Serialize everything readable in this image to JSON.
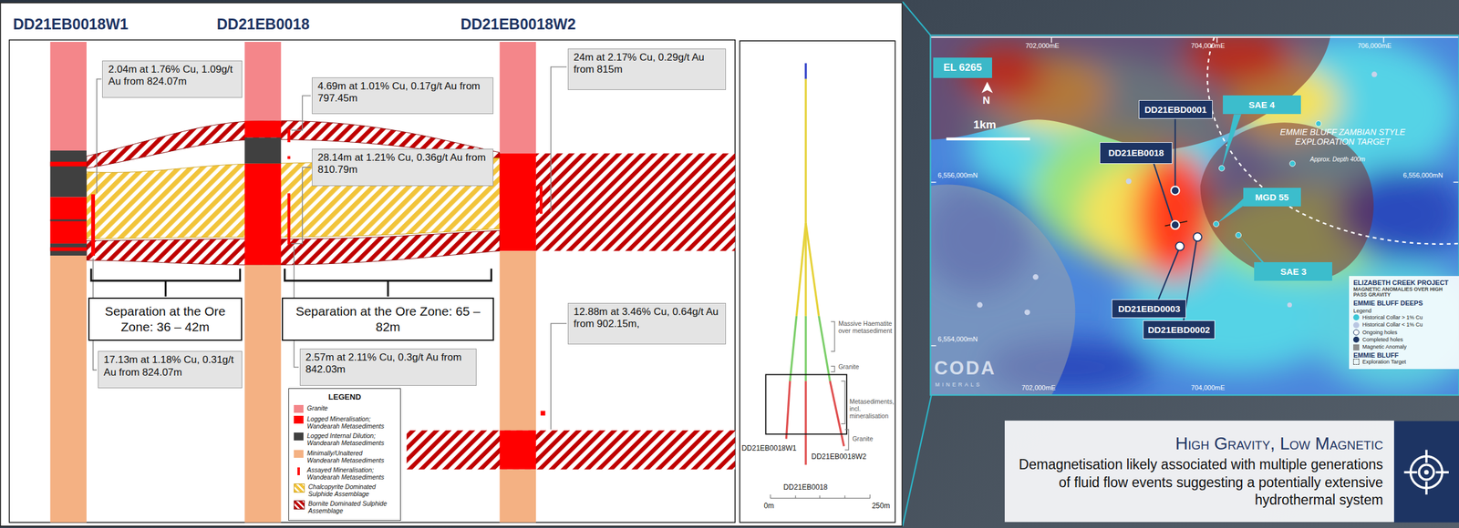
{
  "diagram": {
    "nodes": [
      {
        "text": [
          "2.04m at 1.76% Cu, 1.09g/t Au from 824.07m"
        ]
      },
      {
        "text": [
          "4.69m at 1.01% Cu, 0.17g/t Au from 797.45m"
        ]
      },
      {
        "text": [
          "28.14m at 1.21% Cu, 0.36g/t Au from 810.79m"
        ]
      },
      {
        "text": [
          "24m at 2.17% Cu, 0.29g/t Au from 815m"
        ]
      },
      {
        "text": [
          "Separation at the Ore Zone: 36 – 42m"
        ]
      },
      {
        "text": [
          "Separation at the Ore Zone: 65 – 82m"
        ]
      },
      {
        "text": [
          "17.13m at 1.18% Cu, 0.31g/t Au from 824.07m"
        ]
      },
      {
        "text": [
          "2.57m at 2.11% Cu, 0.3g/t Au from 842.03m"
        ]
      },
      {
        "text": [
          "12.88m at 3.46% Cu, 0.64g/t Au from 902.15m,"
        ]
      },
      {
        "text": [
          "EL 6265"
        ]
      },
      {
        "text": [
          "DD21EBD0001"
        ]
      },
      {
        "text": [
          "SAE 4"
        ]
      },
      {
        "text": [
          "DD21EB0018"
        ]
      },
      {
        "text": [
          "MGD 55"
        ]
      },
      {
        "text": [
          "SAE 3"
        ]
      },
      {
        "text": [
          "DD21EBD0003"
        ]
      },
      {
        "text": [
          "DD21EBD0002"
        ]
      },
      {
        "text": [
          "High Gravity, Low Magnetic",
          "Demagnetisation likely associated with multiple generations of fluid flow events suggesting a potentially extensive hydrothermal system"
        ]
      }
    ],
    "labels": [
      "DD21EB0018W1",
      "DD21EB0018",
      "DD21EB0018W2",
      "LEGEND",
      "Massive Haematite over metasediment",
      "Granite",
      "Metasediments, incl. mineralisation",
      "Granite",
      "DD21EB0018W1",
      "DD21EB0018W2",
      "DD21EB0018",
      "0m",
      "250m",
      "702,000mE",
      "704,000mE",
      "706,000mE",
      "N",
      "1km",
      "6,556,000mN",
      "6,556,000mN",
      "6,554,000mN",
      "702,000mE",
      "704,000mE",
      "CODA",
      "MINERALS",
      "EMMIE BLUFF ZAMBIAN STYLE EXPLORATION TARGET",
      "Approx. Depth 400m",
      "ELIZABETH CREEK PROJECT",
      "MAGNETIC ANOMALIES OVER HIGH PASS GRAVITY",
      "EMMIE BLUFF DEEPS",
      "Legend",
      "EMMIE BLUFF"
    ],
    "legend": [
      {
        "text": "Granite",
        "color": "#f4868a"
      },
      {
        "text": "Logged Mineralisation; Wandearah Metasediments",
        "color": "#ff0000"
      },
      {
        "text": "Logged Internal Dilution; Wandearah Metasediments",
        "color": "#404040"
      },
      {
        "text": "Minimally/Unaltered Wandearah Metasediments",
        "color": "#f4b183"
      },
      {
        "text": "Assayed Mineralisation; Wandearah Metasediments"
      },
      {
        "text": "Chalcopyrite Dominated Sulphide Assemblage"
      },
      {
        "text": "Bornite Dominated Sulphide Assemblage"
      },
      {
        "text": "Historical Collar > 1% Cu",
        "color": "#3cc6d6"
      },
      {
        "text": "Historical Collar < 1% Cu",
        "color": "#b9c6e2"
      },
      {
        "text": "Ongoing holes"
      },
      {
        "text": "Completed holes",
        "color": "#1d3463"
      },
      {
        "text": "Magnetic Anomaly",
        "color": "#8c8c8c"
      },
      {
        "text": "Exploration Target"
      }
    ]
  }
}
